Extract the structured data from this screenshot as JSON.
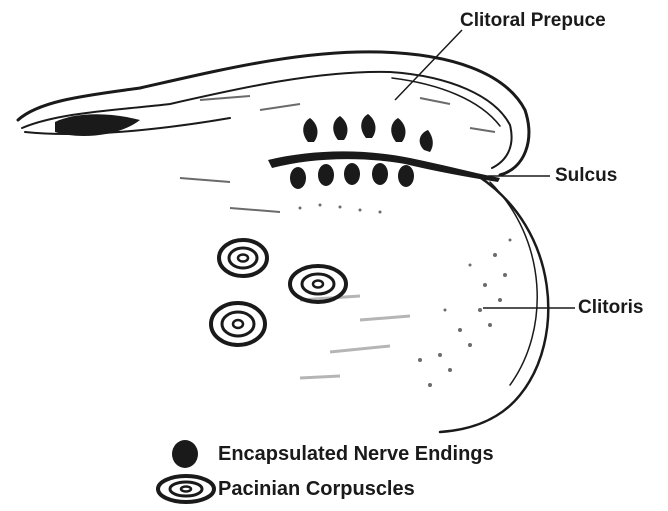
{
  "labels": {
    "clitoral_prepuce": "Clitoral Prepuce",
    "sulcus": "Sulcus",
    "clitoris": "Clitoris"
  },
  "legend": {
    "encapsulated": "Encapsulated Nerve Endings",
    "pacinian": "Pacinian Corpuscles"
  },
  "colors": {
    "ink": "#1a1a1a",
    "shade": "#6b6b6b",
    "light_shade": "#b5b5b5"
  }
}
